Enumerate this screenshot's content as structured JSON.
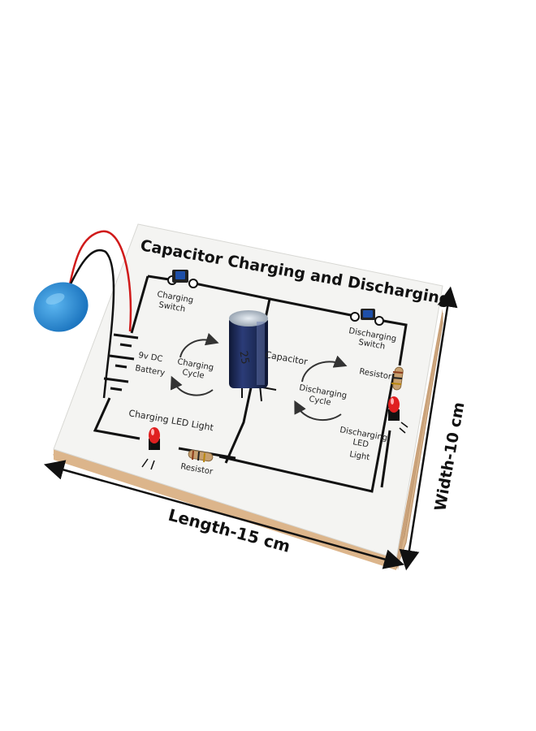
{
  "board": {
    "title": "Capacitor Charging and Discharging",
    "labels": {
      "charging_switch": [
        "Charging",
        "Switch"
      ],
      "battery": [
        "9v DC",
        "Battery"
      ],
      "charging_cycle": [
        "Charging",
        "Cycle"
      ],
      "capacitor": "Capacitor",
      "capacitor_marking": "25",
      "charging_led": "Charging LED Light",
      "resistor_bottom": "Resistor",
      "discharging_switch": [
        "Discharging",
        "Switch"
      ],
      "resistor_right": "Resistor",
      "discharging_cycle": [
        "Discharging",
        "Cycle"
      ],
      "discharging_led": [
        "Discharging",
        "LED",
        "Light"
      ]
    }
  },
  "dimensions": {
    "length": "Length-15 cm",
    "width": "Width-10 cm"
  },
  "colors": {
    "board_face": "#f4f4f2",
    "board_edge": "#d9b48c",
    "battery_cap": "#2f8fd6",
    "capacitor_body": "#1c2a55",
    "led_red": "#e02020",
    "switch_blue": "#1e4fa8",
    "wire_red": "#d01a1a"
  }
}
